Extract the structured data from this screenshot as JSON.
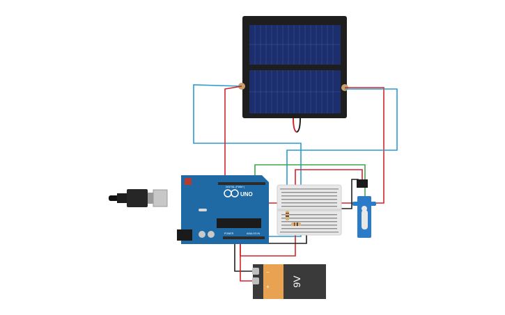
{
  "arduino": {
    "brand_text": "UNO",
    "digital_header_text": "DIGITAL (PWM~)",
    "power_header_text": "POWER",
    "analog_header_text": "ANALOG IN",
    "board_color": "#1f6aa5",
    "header_color": "#2b2b2b"
  },
  "battery": {
    "label": "9V",
    "body_color": "#e8a252",
    "cap_color": "#3a3a3a",
    "minus_symbol": "−",
    "plus_symbol": "+"
  },
  "solar_panel": {
    "frame_color": "#1e1e1e",
    "cell_color": "#1c2e6b"
  },
  "breadboard": {
    "color": "#e8e8e8"
  },
  "servo": {
    "color": "#2a7bc8"
  },
  "wires": {
    "red": "#d0242b",
    "blue": "#2b9bd1",
    "black": "#1e1e1e",
    "green": "#3aa84a"
  }
}
